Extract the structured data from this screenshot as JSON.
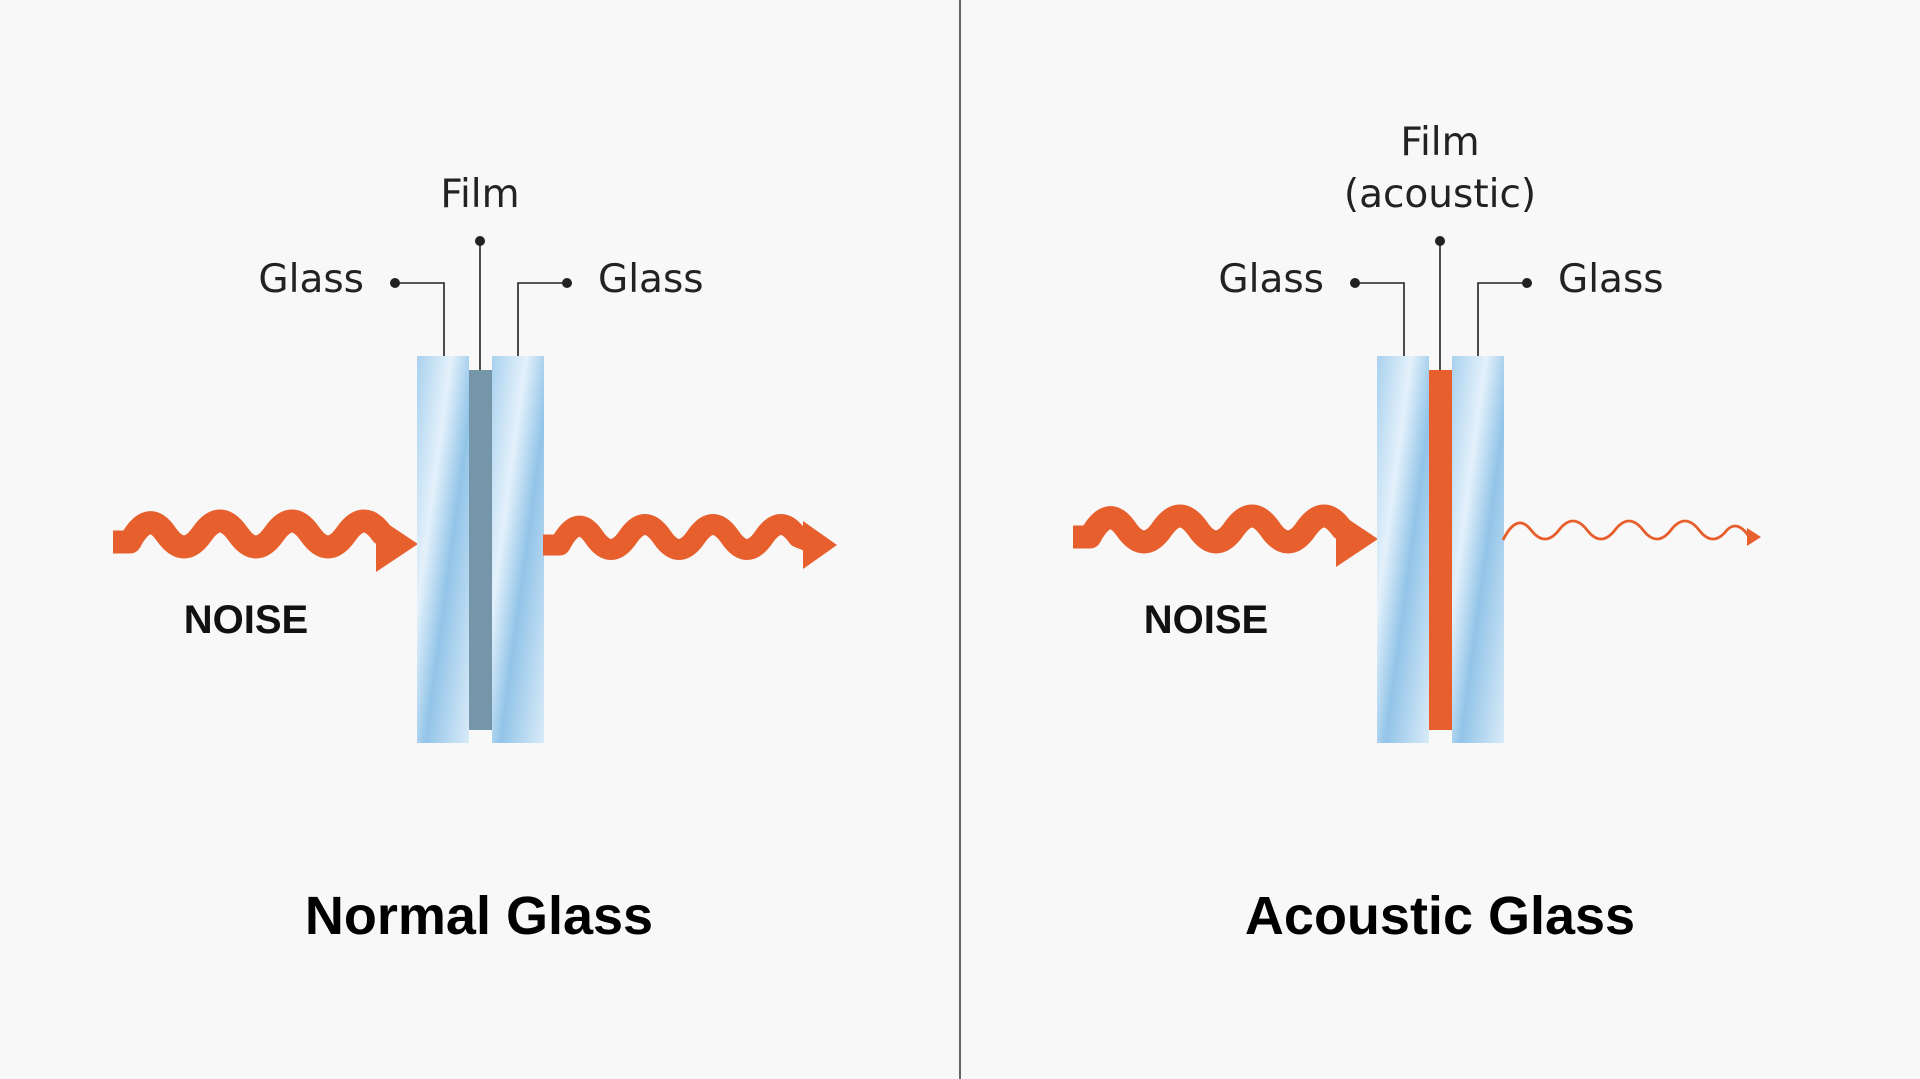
{
  "colors": {
    "background": "#f8f8f8",
    "noise_orange": "#e65f2d",
    "normal_film": "#7596a9",
    "acoustic_film": "#e65f2d",
    "glass_light": "#e3f0fa",
    "glass_mid": "#95c6e8",
    "divider": "#333333",
    "text": "#222222"
  },
  "panels": [
    {
      "title": "Normal Glass",
      "noise_label": "NOISE",
      "film_label": "Film",
      "glass_left_label": "Glass",
      "glass_right_label": "Glass",
      "film_type": "normal",
      "outgoing_wave": "strong"
    },
    {
      "title": "Acoustic Glass",
      "noise_label": "NOISE",
      "film_label_line1": "Film",
      "film_label_line2": "(acoustic)",
      "glass_left_label": "Glass",
      "glass_right_label": "Glass",
      "film_type": "acoustic",
      "outgoing_wave": "weak"
    }
  ]
}
